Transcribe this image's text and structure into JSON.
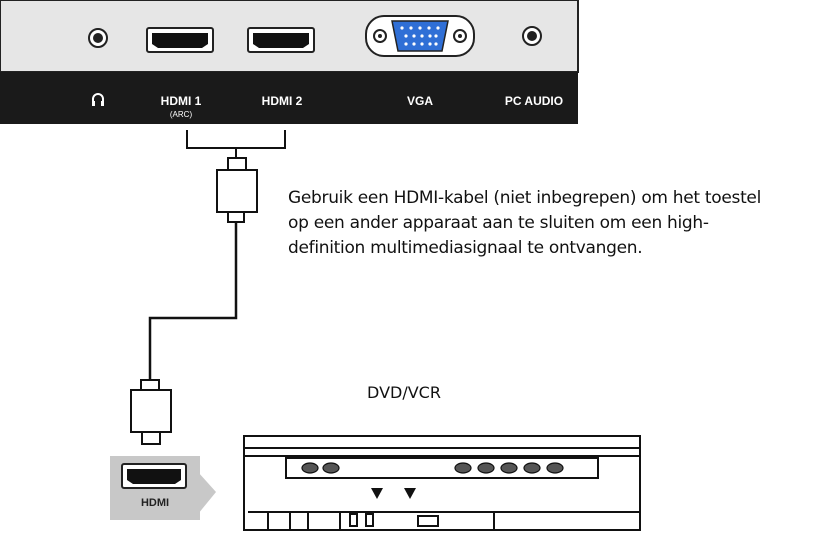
{
  "tv_panel": {
    "ports": [
      {
        "label": "",
        "icon": "headphone-icon"
      },
      {
        "label": "HDMI 1",
        "sub": "(ARC)"
      },
      {
        "label": "HDMI 2"
      },
      {
        "label": "VGA"
      },
      {
        "label": "PC AUDIO"
      }
    ]
  },
  "caption": {
    "lines": [
      "Gebruik een HDMI-kabel (niet inbegrepen) om het toestel",
      "op een ander apparaat aan te sluiten om een high-",
      "definition multimediasignaal te ontvangen."
    ]
  },
  "device": {
    "title": "DVD/VCR",
    "port_label": "HDMI"
  },
  "colors": {
    "panel_grey": "#e6e6e6",
    "label_bar": "#1a1a1a",
    "vga_blue": "#2f6fd6",
    "hdmi_box": "#c8c8c8"
  }
}
